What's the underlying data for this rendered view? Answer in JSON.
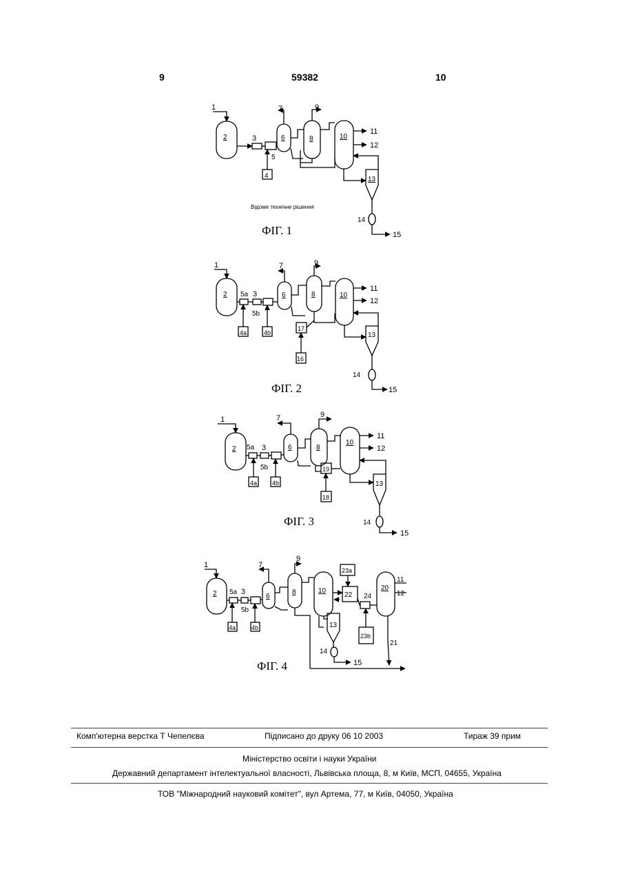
{
  "header": {
    "page_left": "9",
    "patent_number": "59382",
    "page_right": "10"
  },
  "fig1": {
    "caption": "ФІГ. 1",
    "note": "Відоме технічне рішення",
    "labels": {
      "l1": "1",
      "l2": "2",
      "l3": "3",
      "l4": "4",
      "l5": "5",
      "l6": "6",
      "l7": "7",
      "l8": "8",
      "l9": "9",
      "l10": "10",
      "l11": "11",
      "l12": "12",
      "l13": "13",
      "l14": "14",
      "l15": "15"
    }
  },
  "fig2": {
    "caption": "ФІГ. 2",
    "labels": {
      "l1": "1",
      "l2": "2",
      "l3": "3",
      "l4a": "4a",
      "l4b": "4b",
      "l5a": "5a",
      "l5b": "5b",
      "l6": "6",
      "l7": "7",
      "l8": "8",
      "l9": "9",
      "l10": "10",
      "l11": "11",
      "l12": "12",
      "l13": "13",
      "l14": "14",
      "l15": "15",
      "l16": "16",
      "l17": "17"
    }
  },
  "fig3": {
    "caption": "ФІГ. 3",
    "labels": {
      "l1": "1",
      "l2": "2",
      "l3": "3",
      "l4a": "4a",
      "l4b": "4b",
      "l5a": "5a",
      "l5b": "5b",
      "l6": "6",
      "l7": "7",
      "l8": "8",
      "l9": "9",
      "l10": "10",
      "l11": "11",
      "l12": "12",
      "l13": "13",
      "l14": "14",
      "l15": "15",
      "l18": "18",
      "l19": "19"
    }
  },
  "fig4": {
    "caption": "ФІГ. 4",
    "labels": {
      "l1": "1",
      "l2": "2",
      "l3": "3",
      "l4a": "4a",
      "l4b": "4b",
      "l5a": "5a",
      "l5b": "5b",
      "l6": "6",
      "l7": "7",
      "l8": "8",
      "l9": "9",
      "l10": "10",
      "l11": "11",
      "l12": "12",
      "l13": "13",
      "l14": "14",
      "l15": "15",
      "l20": "20",
      "l21": "21",
      "l22": "22",
      "l23a": "23a",
      "l23b": "23b",
      "l24": "24"
    }
  },
  "footer": {
    "layout": "Комп'ютерна верстка Т  Чепелєва",
    "signed": "Підписано до друку 06 10 2003",
    "print_run": "Тираж 39 прим",
    "ministry": "Міністерство освіти і науки України",
    "department": "Державний департамент інтелектуальної власності, Львівська площа, 8, м  Київ, МСП, 04655, Україна",
    "publisher": "ТОВ \"Міжнародний науковий комітет\", вул  Артема, 77, м  Київ, 04050, Україна"
  }
}
